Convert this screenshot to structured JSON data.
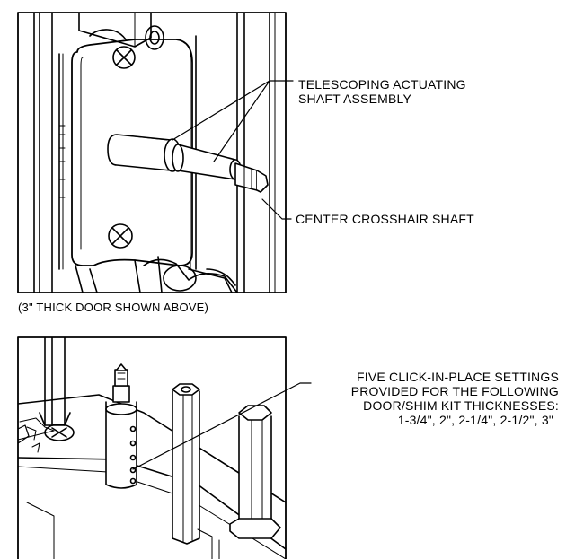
{
  "callouts": {
    "telescoping": [
      "TELESCOPING ACTUATING",
      "SHAFT ASSEMBLY"
    ],
    "center_shaft": "CENTER CROSSHAIR SHAFT",
    "caption": "(3\" THICK DOOR SHOWN ABOVE)",
    "settings": [
      "FIVE CLICK-IN-PLACE SETTINGS",
      "PROVIDED FOR THE FOLLOWING",
      "DOOR/SHIM KIT THICKNESSES:",
      "1-3/4\",  2\",  2-1/4\",  2-1/2\",  3\""
    ]
  }
}
